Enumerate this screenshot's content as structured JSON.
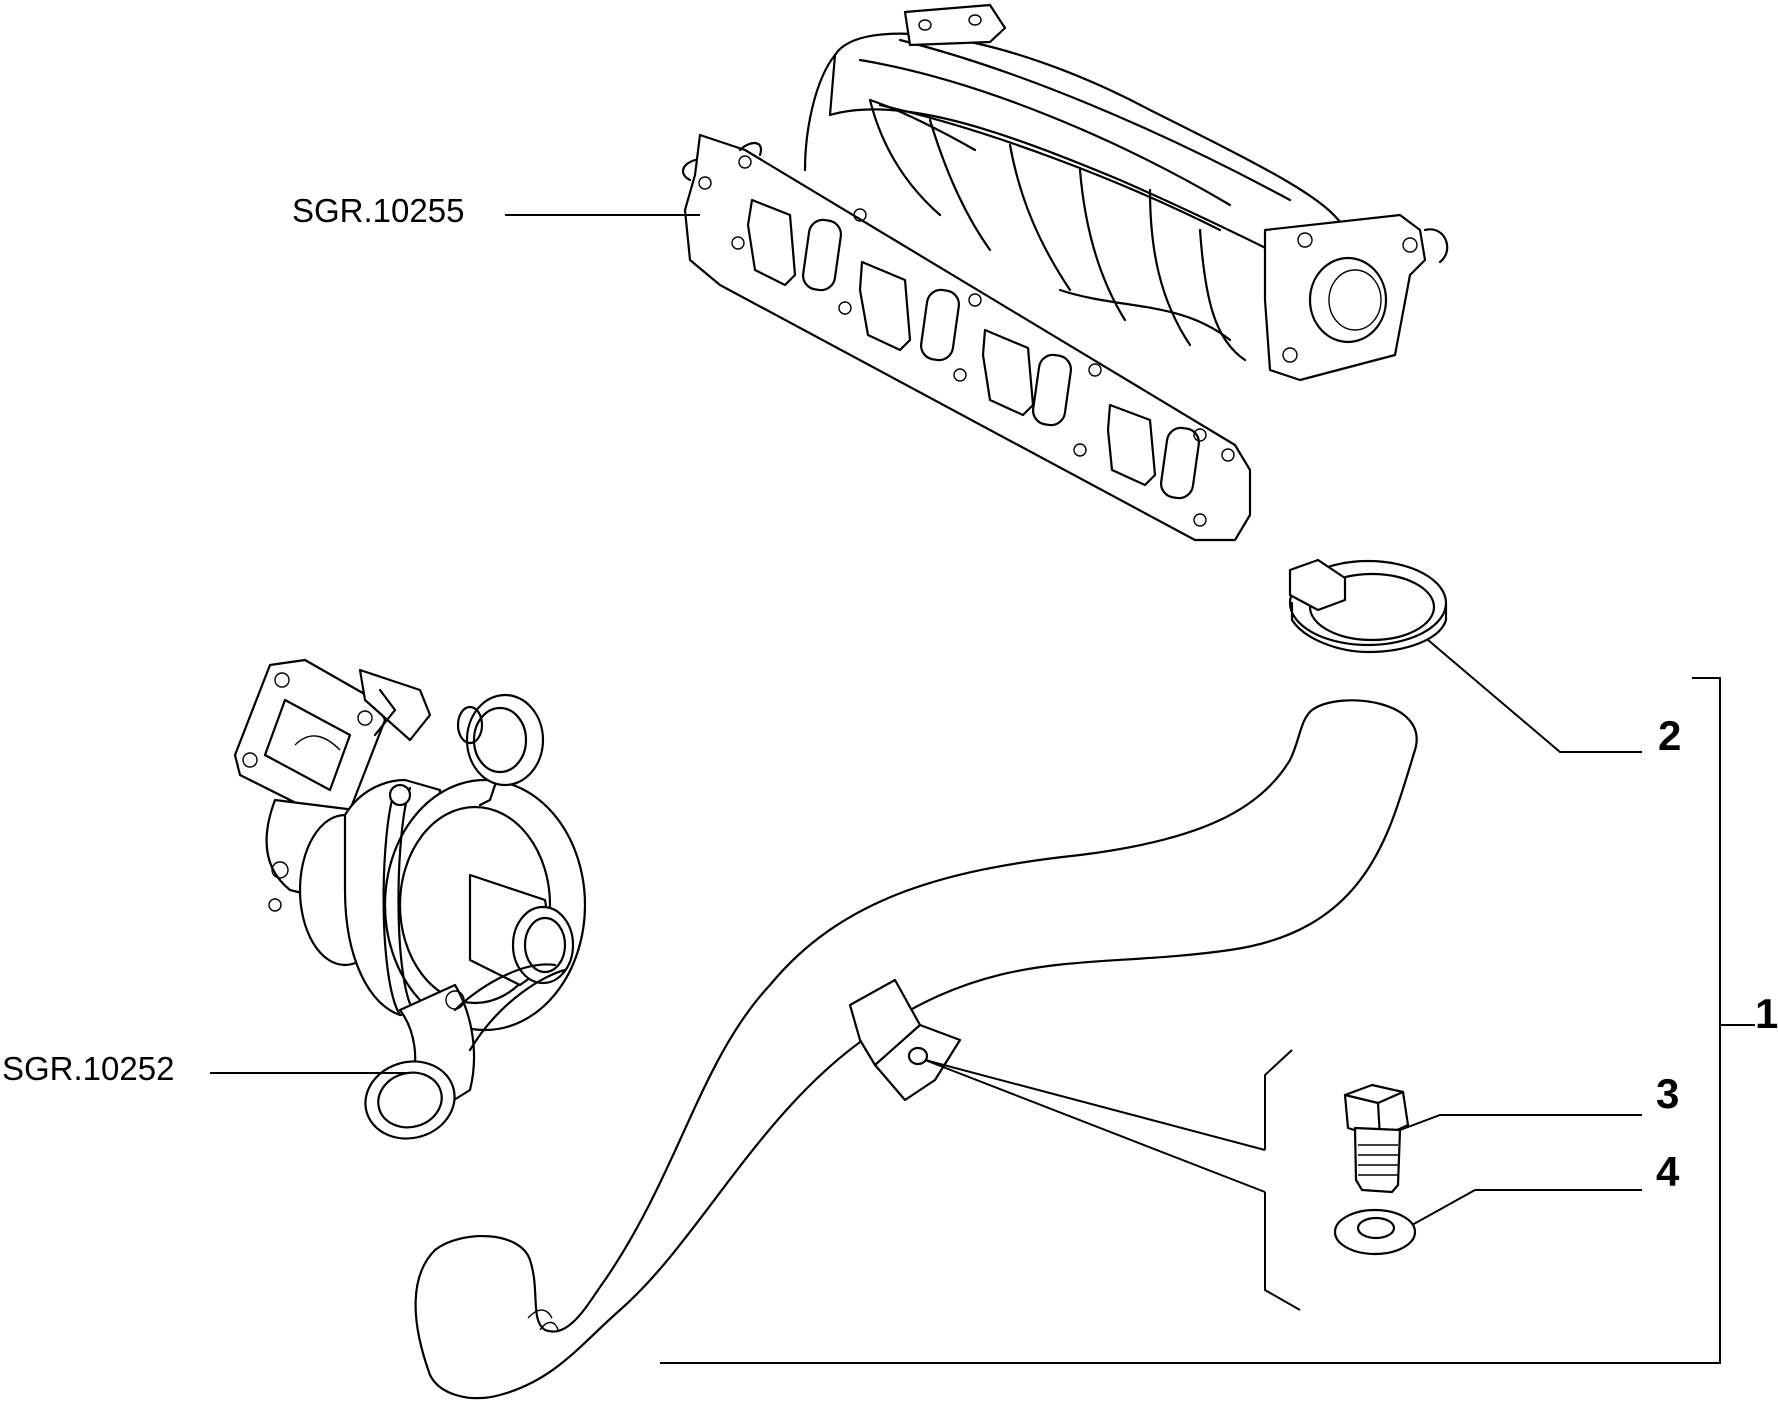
{
  "references": {
    "intake_manifold": "SGR.10255",
    "turbocharger": "SGR.10252"
  },
  "callouts": {
    "hose_assembly": "1",
    "hose_clamp": "2",
    "bolt": "3",
    "washer": "4"
  }
}
